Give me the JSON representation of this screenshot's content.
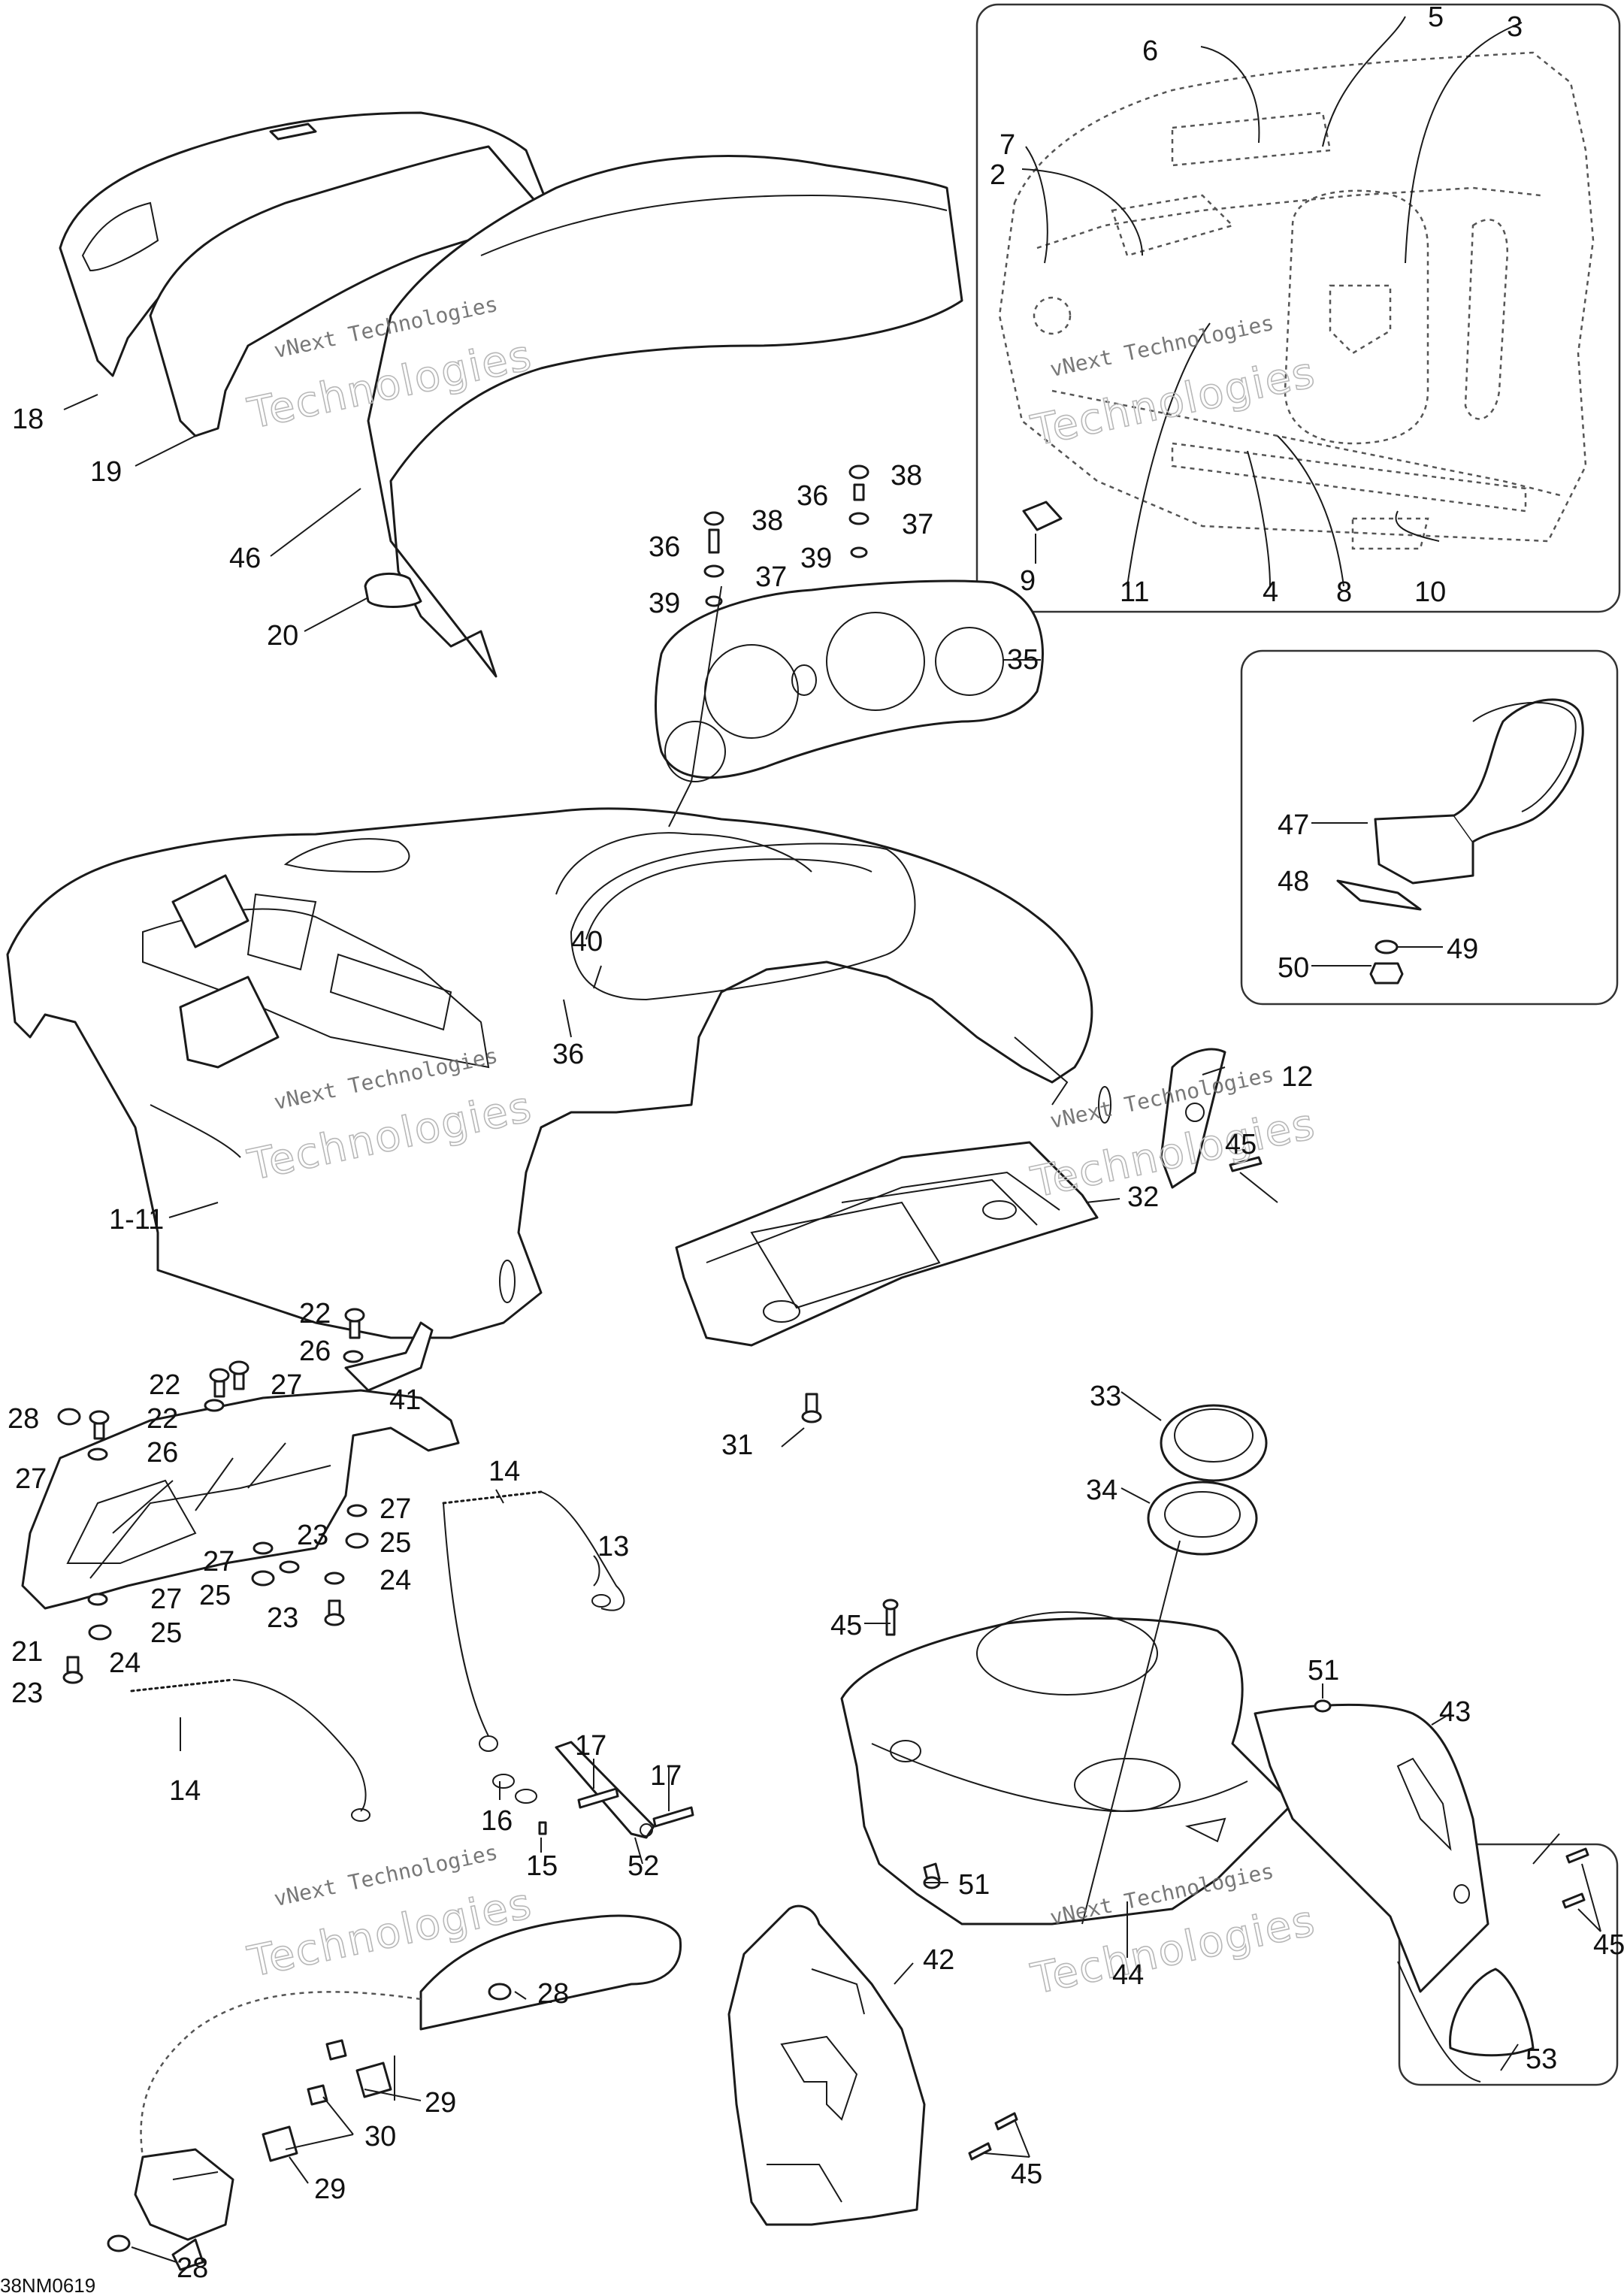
{
  "drawing_code": "38NM0619",
  "watermark": {
    "line1": "vNext Technologies",
    "line2": "Technologies"
  },
  "callouts": {
    "c1_11": "1-11",
    "c2": "2",
    "c3": "3",
    "c4": "4",
    "c5": "5",
    "c6": "6",
    "c7": "7",
    "c8": "8",
    "c9": "9",
    "c10": "10",
    "c11": "11",
    "c12": "12",
    "c13": "13",
    "c14": "14",
    "c15": "15",
    "c16": "16",
    "c17": "17",
    "c18": "18",
    "c19": "19",
    "c20": "20",
    "c21": "21",
    "c22": "22",
    "c23": "23",
    "c24": "24",
    "c25": "25",
    "c26": "26",
    "c27": "27",
    "c28": "28",
    "c29": "29",
    "c30": "30",
    "c31": "31",
    "c32": "32",
    "c33": "33",
    "c34": "34",
    "c35": "35",
    "c36": "36",
    "c37": "37",
    "c38": "38",
    "c39": "39",
    "c40": "40",
    "c41": "41",
    "c42": "42",
    "c43": "43",
    "c44": "44",
    "c45": "45",
    "c46": "46",
    "c47": "47",
    "c48": "48",
    "c49": "49",
    "c50": "50",
    "c51": "51",
    "c52": "52",
    "c53": "53"
  }
}
